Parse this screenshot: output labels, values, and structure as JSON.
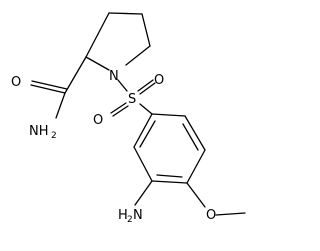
{
  "molecule": {
    "atoms": {
      "ring_n": "N",
      "sulfur": "S",
      "sulfonyl_o_top": "O",
      "sulfonyl_o_bottom": "O",
      "carbonyl_o": "O",
      "amide_n": "NH",
      "amide_n_h_count": "2",
      "methoxy_o": "O",
      "aniline_h": "H",
      "aniline_h_count": "2",
      "aniline_n": "N"
    }
  }
}
